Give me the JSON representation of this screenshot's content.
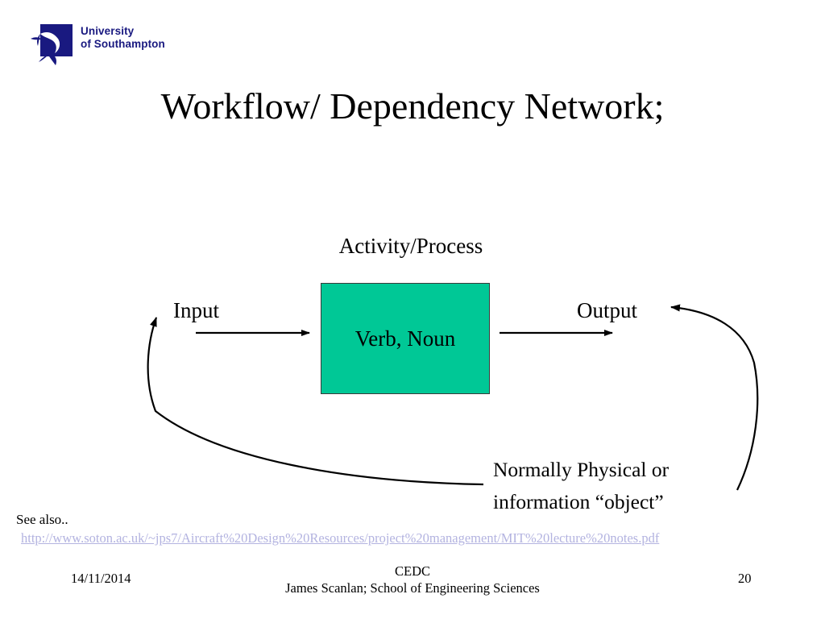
{
  "slide": {
    "title": "Workflow/ Dependency Network;",
    "background_color": "#ffffff"
  },
  "logo": {
    "mark_name": "university-of-southampton-dolphin-logo",
    "line1": "University",
    "line2": "of Southampton",
    "color": "#191980"
  },
  "diagram": {
    "activity_label": "Activity/Process",
    "input_label": "Input",
    "output_label": "Output",
    "process_box_text": "Verb, Noun",
    "process_box_fill": "#00c896",
    "process_box_border": "#3a3a3a",
    "object_note_line1": "Normally Physical or",
    "object_note_line2": "information “object”",
    "arrow_color": "#000000"
  },
  "reference": {
    "see_also_label": "See also..",
    "url_text": "http://www.soton.ac.uk/~jps7/Aircraft%20Design%20Resources/project%20management/MIT%20lecture%20notes.pdf",
    "url_color": "#b3b3e0"
  },
  "footer": {
    "date": "14/11/2014",
    "center_line1": "CEDC",
    "center_line2": "James Scanlan; School of Engineering Sciences",
    "page_number": "20"
  }
}
